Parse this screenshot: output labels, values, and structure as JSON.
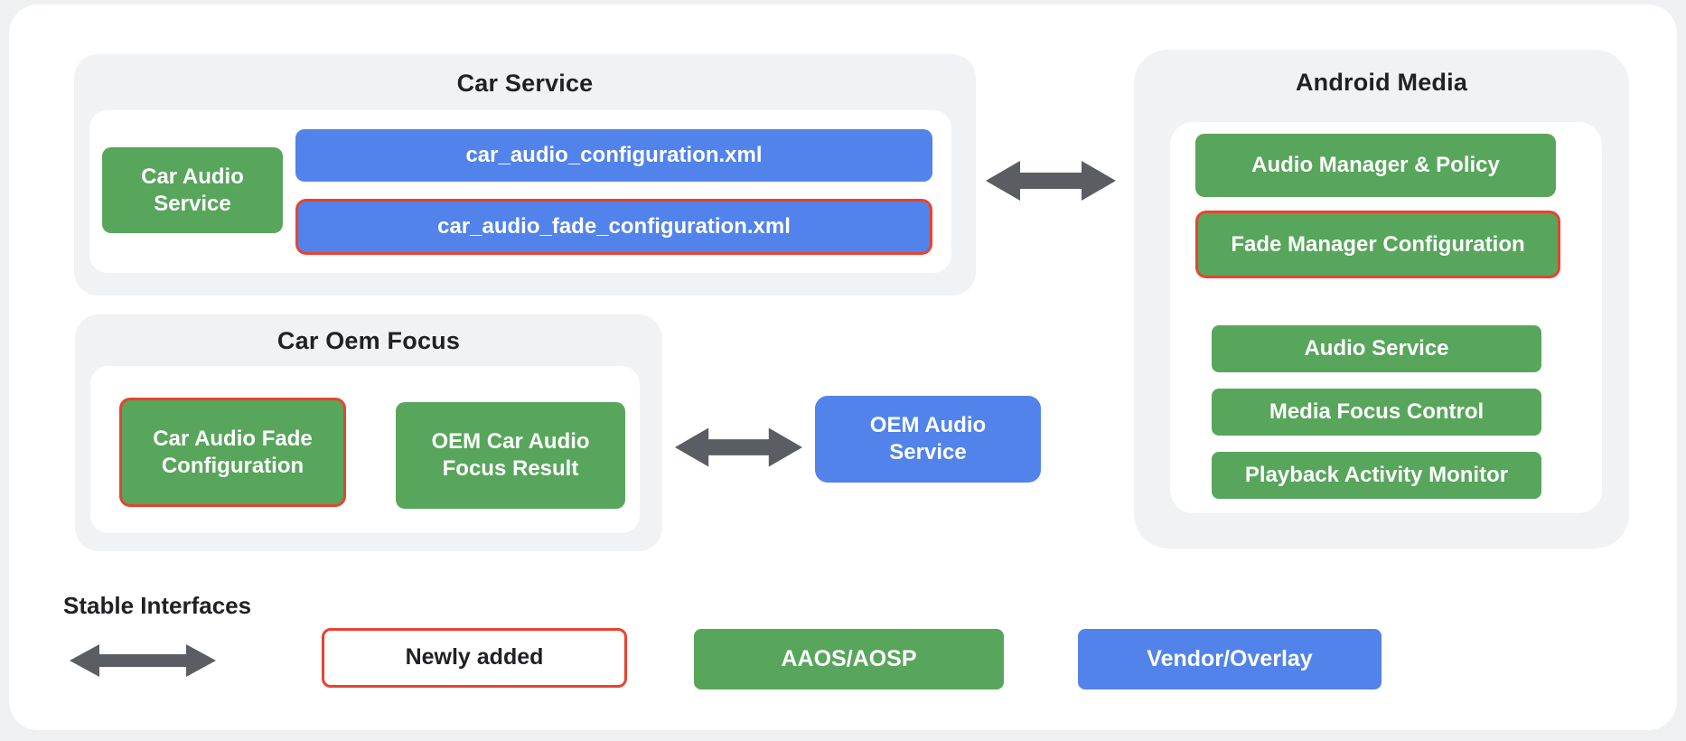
{
  "colors": {
    "green": "#58a55c",
    "blue": "#5283ea",
    "red": "#e8432f",
    "arrow": "#5a5e62",
    "panel_gray": "#f1f2f3",
    "page_bg": "#eef0f2",
    "text_dark": "#202124",
    "white": "#ffffff"
  },
  "sections": {
    "car_service": {
      "title": "Car Service",
      "boxes": {
        "car_audio_service": "Car Audio Service",
        "config_xml": "car_audio_configuration.xml",
        "fade_config_xml": "car_audio_fade_configuration.xml"
      }
    },
    "android_media": {
      "title": "Android Media",
      "boxes": {
        "audio_manager_policy": "Audio Manager & Policy",
        "fade_manager_configuration": "Fade Manager Configuration",
        "audio_service": "Audio Service",
        "media_focus_control": "Media Focus Control",
        "playback_activity_monitor": "Playback Activity Monitor"
      }
    },
    "car_oem_focus": {
      "title": "Car Oem Focus",
      "boxes": {
        "car_audio_fade_configuration": "Car Audio Fade Configuration",
        "oem_car_audio_focus_result": "OEM Car Audio Focus Result"
      }
    },
    "oem_audio_service": {
      "label": "OEM Audio Service"
    }
  },
  "legend": {
    "stable_interfaces_label": "Stable Interfaces",
    "newly_added_label": "Newly added",
    "aaos_aosp_label": "AAOS/AOSP",
    "vendor_overlay_label": "Vendor/Overlay"
  }
}
